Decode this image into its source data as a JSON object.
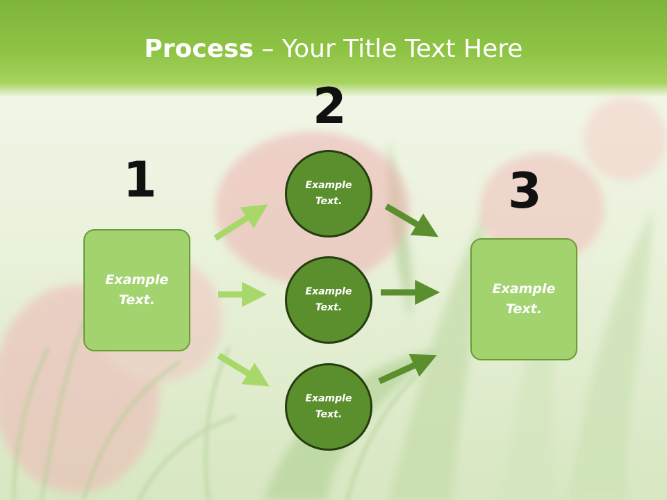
{
  "title": {
    "bold": "Process",
    "rest": " – Your Title Text Here"
  },
  "steps": {
    "step1": {
      "number": "1",
      "text": "Example Text."
    },
    "step2": {
      "number": "2"
    },
    "step3": {
      "number": "3",
      "text": "Example Text."
    }
  },
  "circles": [
    {
      "text": "Example Text."
    },
    {
      "text": "Example Text."
    },
    {
      "text": "Example Text."
    }
  ],
  "colors": {
    "title_bar": "#8fc446",
    "box_fill": "#a3d36f",
    "box_border": "#6a9b35",
    "circle_fill": "#5b8f2e",
    "circle_border": "#243d0f",
    "light_arrow": "#a8d86a",
    "dark_arrow": "#5b8f2e"
  }
}
